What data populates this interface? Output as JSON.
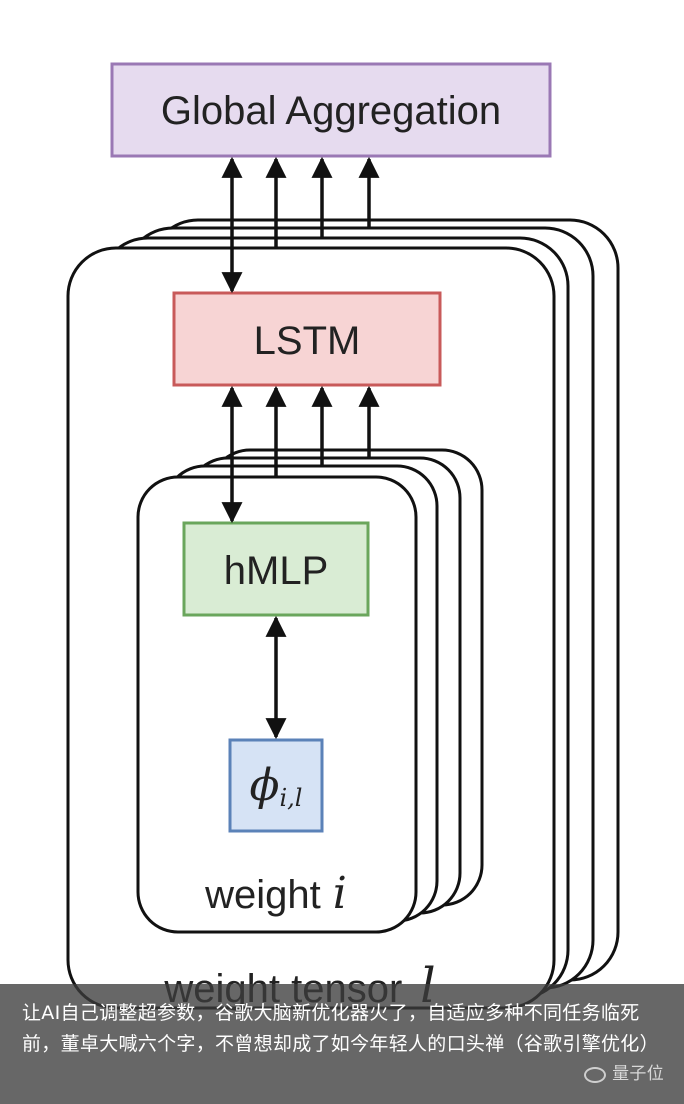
{
  "diagram": {
    "global_aggregation": "Global Aggregation",
    "lstm": "LSTM",
    "hmlp": "hMLP",
    "phi_symbol": "ϕ",
    "phi_subscript": "i,l",
    "weight_label": "weight",
    "weight_var": "i",
    "tensor_label": "weight tensor",
    "tensor_var": "l",
    "colors": {
      "global_fill": "#e6dbef",
      "global_stroke": "#9a78b4",
      "lstm_fill": "#f7d4d4",
      "lstm_stroke": "#c85a5a",
      "hmlp_fill": "#d9ecd4",
      "hmlp_stroke": "#6aa65c",
      "phi_fill": "#d6e3f5",
      "phi_stroke": "#5b82b8"
    }
  },
  "caption": {
    "text": "让AI自己调整超参数，谷歌大脑新优化器火了，自适应多种不同任务临死前，董卓大喊六个字，不曾想却成了如今年轻人的口头禅（谷歌引擎优化）",
    "watermark": "量子位"
  }
}
